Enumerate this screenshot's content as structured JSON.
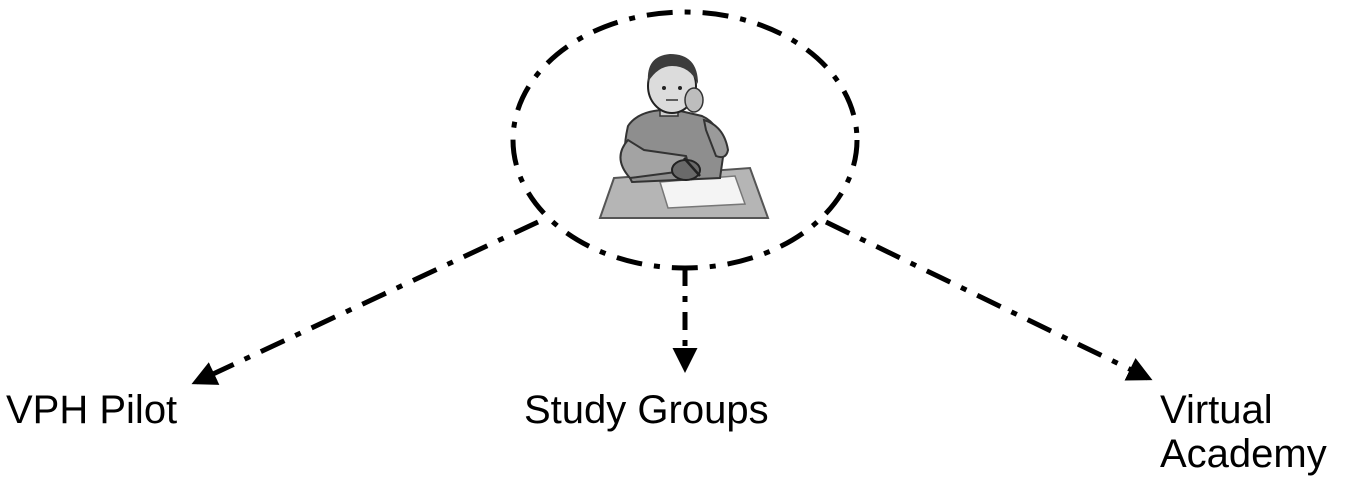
{
  "diagram": {
    "center_icon": "student-at-desk-icon",
    "nodes": {
      "left": {
        "label": "VPH Pilot"
      },
      "center": {
        "label": "Study Groups"
      },
      "right": {
        "label_line1": "Virtual",
        "label_line2": "Academy"
      }
    },
    "colors": {
      "stroke": "#000000",
      "background": "#ffffff"
    }
  }
}
